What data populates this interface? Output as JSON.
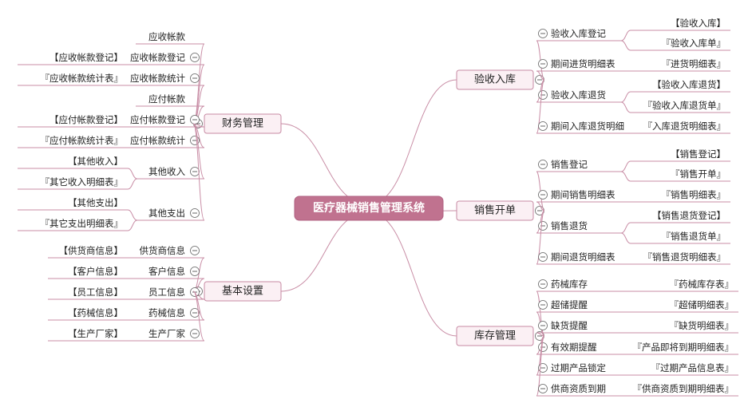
{
  "root": {
    "label": "医疗器械销售管理系统"
  },
  "branches": {
    "finance": {
      "label": "财务管理",
      "items": [
        {
          "label": "应收帐款"
        },
        {
          "label": "应收帐款登记",
          "children": [
            "【应收帐款登记】"
          ]
        },
        {
          "label": "应收帐款统计",
          "children": [
            "『应收帐款统计表』"
          ]
        },
        {
          "label": "应付帐款"
        },
        {
          "label": "应付帐款登记",
          "children": [
            "【应付帐款登记】"
          ]
        },
        {
          "label": "应付帐款统计",
          "children": [
            "『应付帐款统计表』"
          ]
        },
        {
          "label": "其他收入",
          "children": [
            "【其他收入】",
            "『其它收入明细表』"
          ]
        },
        {
          "label": "其他支出",
          "children": [
            "【其他支出】",
            "『其它支出明细表』"
          ]
        }
      ]
    },
    "basic": {
      "label": "基本设置",
      "items": [
        {
          "label": "供货商信息",
          "children": [
            "【供货商信息】"
          ]
        },
        {
          "label": "客户信息",
          "children": [
            "【客户信息】"
          ]
        },
        {
          "label": "员工信息",
          "children": [
            "【员工信息】"
          ]
        },
        {
          "label": "药械信息",
          "children": [
            "【药械信息】"
          ]
        },
        {
          "label": "生产厂家",
          "children": [
            "【生产厂家】"
          ]
        }
      ]
    },
    "receiving": {
      "label": "验收入库",
      "items": [
        {
          "label": "验收入库登记",
          "children": [
            "【验收入库】",
            "『验收入库单』"
          ]
        },
        {
          "label": "期间进货明细表",
          "children": [
            "『进货明细表』"
          ]
        },
        {
          "label": "验收入库退货",
          "children": [
            "【验收入库退货】",
            "『验收入库退货单』"
          ]
        },
        {
          "label": "期间入库退货明细",
          "children": [
            "『入库退货明细表』"
          ]
        }
      ]
    },
    "sales": {
      "label": "销售开单",
      "items": [
        {
          "label": "销售登记",
          "children": [
            "【销售登记】",
            "『销售开单』"
          ]
        },
        {
          "label": "期间销售明细表",
          "children": [
            "『销售明细表』"
          ]
        },
        {
          "label": "销售退货",
          "children": [
            "【销售退货登记】",
            "『销售退货单』"
          ]
        },
        {
          "label": "期间退货明细表",
          "children": [
            "『销售退货明细表』"
          ]
        }
      ]
    },
    "inventory": {
      "label": "库存管理",
      "items": [
        {
          "label": "药械库存",
          "children": [
            "『药械库存表』"
          ]
        },
        {
          "label": "超储提醒",
          "children": [
            "『超储明细表』"
          ]
        },
        {
          "label": "缺货提醒",
          "children": [
            "『缺货明细表』"
          ]
        },
        {
          "label": "有效期提醒",
          "children": [
            "『产品即将到期明细表』"
          ]
        },
        {
          "label": "过期产品锁定",
          "children": [
            "『过期产品信息表』"
          ]
        },
        {
          "label": "供商资质到期",
          "children": [
            "『供商资质到期明细表』"
          ]
        }
      ]
    }
  }
}
